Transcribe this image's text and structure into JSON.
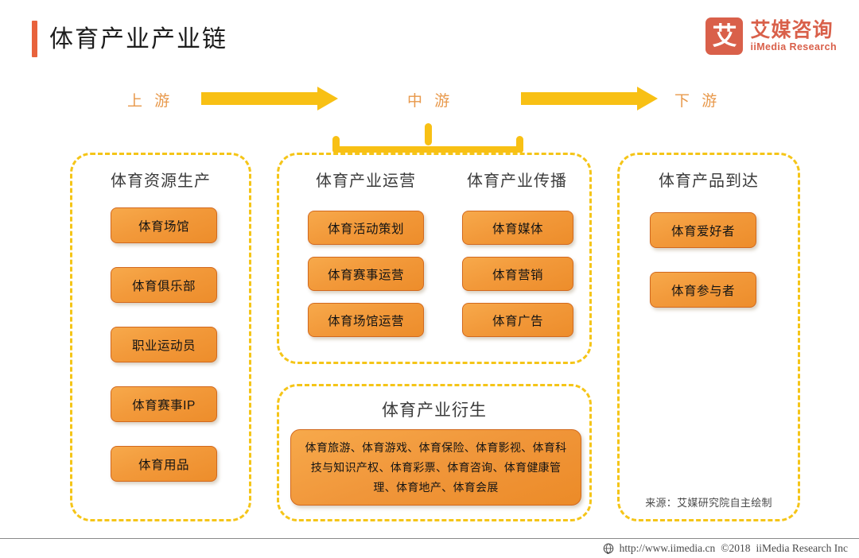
{
  "header": {
    "title": "体育产业产业链",
    "accent_color": "#E8623C",
    "logo": {
      "mark_char": "艾",
      "name_cn": "艾媒咨询",
      "name_en": "iiMedia Research",
      "color": "#D9604A"
    }
  },
  "flow": {
    "arrow_color": "#F8C014",
    "label_color": "#E8984A",
    "labels": [
      {
        "text": "上 游"
      },
      {
        "text": "中 游"
      },
      {
        "text": "下 游"
      }
    ]
  },
  "panels": {
    "upstream": {
      "header": "体育资源生产",
      "nodes": [
        "体育场馆",
        "体育俱乐部",
        "职业运动员",
        "体育赛事IP",
        "体育用品"
      ]
    },
    "midstream": {
      "operation": {
        "header": "体育产业运营",
        "nodes": [
          "体育活动策划",
          "体育赛事运营",
          "体育场馆运营"
        ]
      },
      "communication": {
        "header": "体育产业传播",
        "nodes": [
          "体育媒体",
          "体育营销",
          "体育广告"
        ]
      },
      "derivative": {
        "header": "体育产业衍生",
        "text": "体育旅游、体育游戏、体育保险、体育影视、体育科技与知识产权、体育彩票、体育咨询、体育健康管理、体育地产、体育会展"
      }
    },
    "downstream": {
      "header": "体育产品到达",
      "nodes": [
        "体育爱好者",
        "体育参与者"
      ],
      "source_note": "来源：艾媒研究院自主绘制"
    }
  },
  "style": {
    "dashed_border_color": "#F5C518",
    "node_fill_start": "#F7A94B",
    "node_fill_end": "#ED8D2B",
    "node_border": "#D2691E"
  },
  "footer": {
    "url": "http://www.iimedia.cn",
    "copyright": "©2018",
    "company": "iiMedia Research Inc"
  }
}
